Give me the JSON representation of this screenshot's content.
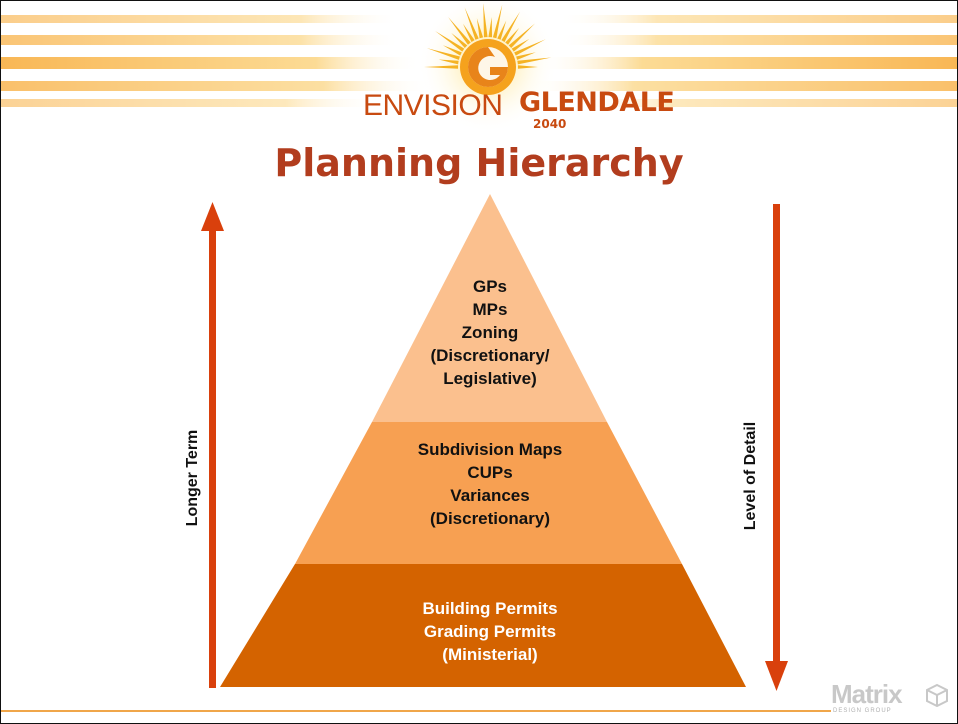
{
  "header": {
    "logo": {
      "word1": "ENVISION",
      "word2": "GLENDALE",
      "year": "2040"
    },
    "title": "Planning Hierarchy"
  },
  "pyramid": {
    "tiers": [
      {
        "lines": [
          "GPs",
          "MPs",
          "Zoning",
          "(Discretionary/",
          "Legislative)"
        ],
        "color": "#fbc08e"
      },
      {
        "lines": [
          "Subdivision Maps",
          "CUPs",
          "Variances",
          "(Discretionary)"
        ],
        "color": "#f7a052"
      },
      {
        "lines": [
          "Building Permits",
          "Grading Permits",
          "(Ministerial)"
        ],
        "color": "#d46300"
      }
    ]
  },
  "left_axis": {
    "label": "Longer Term",
    "direction": "up",
    "color": "#d9400c"
  },
  "right_axis": {
    "label": "Level of Detail",
    "direction": "down",
    "color": "#d9400c"
  },
  "footer": {
    "brand": "Matrix",
    "brand_sub": "DESIGN GROUP"
  },
  "colors": {
    "title": "#b23d1e",
    "accent": "#f0a64a"
  }
}
